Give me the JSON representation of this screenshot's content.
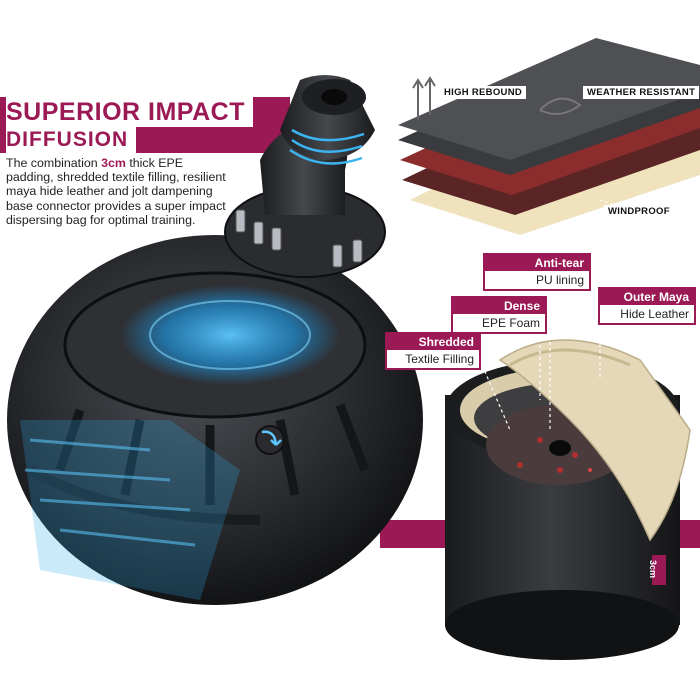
{
  "headline": {
    "line1": "SUPERIOR IMPACT",
    "line2": "DIFFUSION"
  },
  "description": {
    "prefix": "The combination ",
    "highlight": "3cm",
    "suffix": " thick EPE padding, shredded textile filling, resilient maya hide leather and jolt dampening base connector provides a  super impact dispersing bag for optimal training."
  },
  "material_tags": {
    "high_rebound": "HIGH REBOUND",
    "weather_resistant": "WEATHER RESISTANT",
    "windproof": "WINDPROOF"
  },
  "layers": [
    {
      "title": "Anti-tear",
      "body": "PU lining"
    },
    {
      "title": "Dense",
      "body": "EPE Foam"
    },
    {
      "title": "Outer Maya",
      "body": "Hide Leather"
    },
    {
      "title": "Shredded",
      "body": "Textile Filling"
    }
  ],
  "thickness_label": "3cm",
  "colors": {
    "accent": "#9b1a55",
    "glow": "#2aa6e8"
  }
}
